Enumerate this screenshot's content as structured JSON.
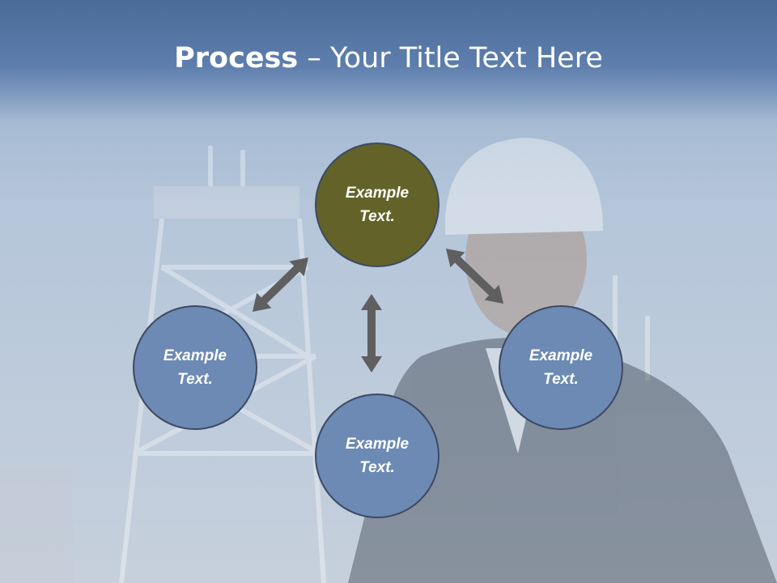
{
  "slide": {
    "title_bold": "Process",
    "title_rest": " – Your Title Text Here"
  },
  "diagram": {
    "nodes": [
      {
        "id": "top",
        "line1": "Example",
        "line2": "Text.",
        "fill": "#636329"
      },
      {
        "id": "left",
        "line1": "Example",
        "line2": "Text.",
        "fill": "#6c8ab3"
      },
      {
        "id": "bottom",
        "line1": "Example",
        "line2": "Text.",
        "fill": "#6c8ab3"
      },
      {
        "id": "right",
        "line1": "Example",
        "line2": "Text.",
        "fill": "#6c8ab3"
      }
    ],
    "arrow_color": "#5f5f5f"
  }
}
